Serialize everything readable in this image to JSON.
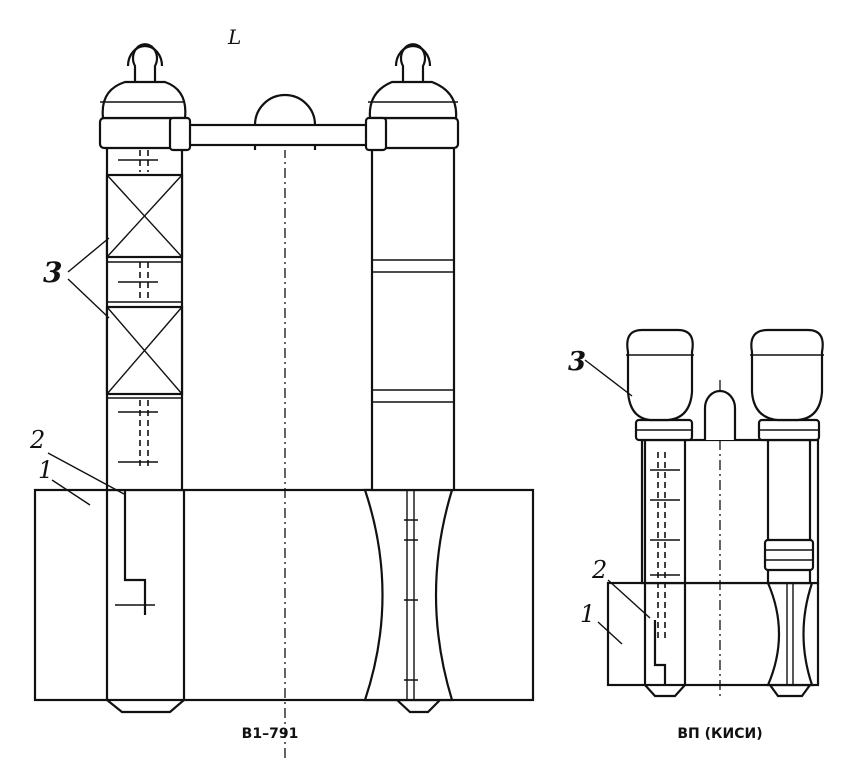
{
  "figure": {
    "top_mark": "L",
    "left": {
      "caption": "В1–791",
      "label_1": "1",
      "label_2": "2",
      "label_3": "3"
    },
    "right": {
      "caption": "ВП (КИСИ)",
      "label_1": "1",
      "label_2": "2",
      "label_3": "3"
    }
  }
}
